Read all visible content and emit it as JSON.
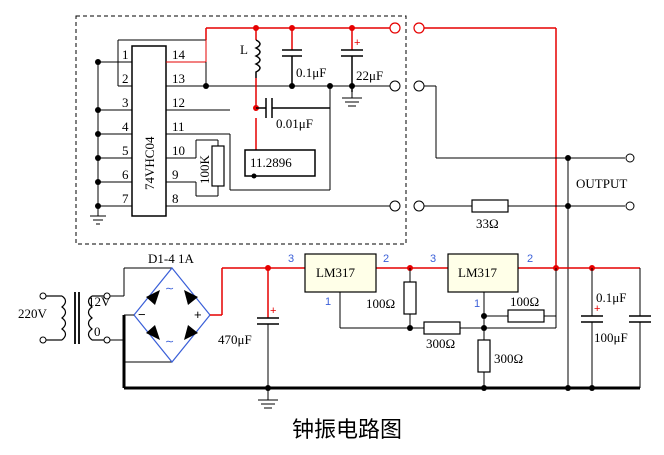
{
  "colors": {
    "wire": "#000000",
    "power": "#e60000",
    "pin": "#3a5fd8",
    "bg": "#ffffff"
  },
  "title": "钟振电路图",
  "ic": {
    "name": "74VHC04",
    "left_pins": [
      "1",
      "2",
      "3",
      "4",
      "5",
      "6",
      "7"
    ],
    "right_pins": [
      "14",
      "13",
      "12",
      "11",
      "10",
      "9",
      "8"
    ]
  },
  "components": {
    "inductor": "L",
    "cap_01": "0.1μF",
    "cap_22": "22μF",
    "cap_001": "0.01μF",
    "resistor_100k": "100K",
    "crystal": "11.2896",
    "resistor_33": "33Ω",
    "output": "OUTPUT",
    "diode": "D1-4 1A",
    "mains": "220V",
    "secondary": "12V",
    "secondary_zero": "0",
    "bulk_cap": "470μF",
    "reg1": "LM317",
    "reg2": "LM317",
    "r100_a": "100Ω",
    "r300_a": "300Ω",
    "r100_b": "100Ω",
    "r300_b": "300Ω",
    "cap_out_01": "0.1μF",
    "cap_out_100": "100μF"
  },
  "pins": {
    "in": "3",
    "adj": "1",
    "out": "2"
  }
}
